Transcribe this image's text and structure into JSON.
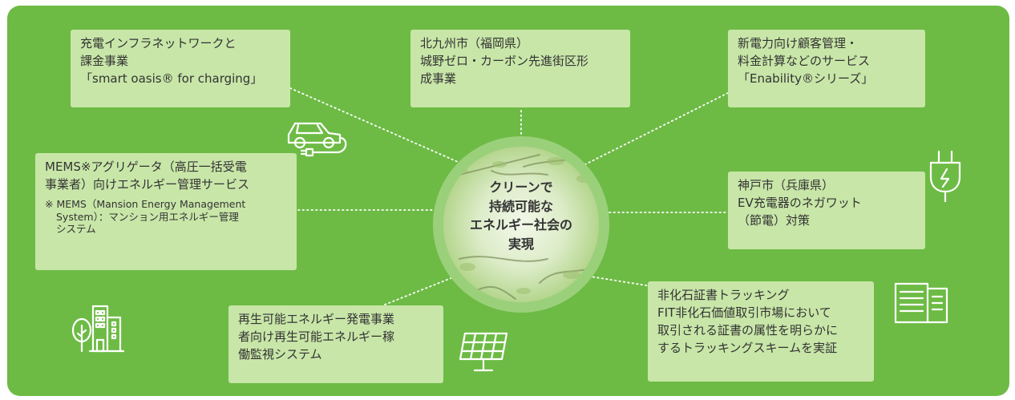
{
  "colors": {
    "panel": "#6dbb45",
    "box": "#c8e6a8",
    "text": "#333333",
    "icon_stroke": "#ffffff",
    "dotted_line": "#ffffff"
  },
  "center": {
    "lines": [
      "クリーンで",
      "持続可能な",
      "エネルギー社会の",
      "実現"
    ]
  },
  "boxes": {
    "charging": {
      "lines": [
        "充電インフラネットワークと",
        "課金事業",
        "「smart oasis® for charging」"
      ]
    },
    "kitakyushu": {
      "lines": [
        "北九州市（福岡県）",
        "城野ゼロ・カーボン先進街区形",
        "成事業"
      ]
    },
    "enability": {
      "lines": [
        "新電力向け顧客管理・",
        "料金計算などのサービス",
        "「Enability®シリーズ」"
      ]
    },
    "mems": {
      "lines": [
        "MEMS※アグリゲータ（高圧一括受電",
        "事業者）向けエネルギー管理サービス"
      ],
      "note": [
        "※ MEMS（Mansion Energy Management",
        "System）：マンション用エネルギー管理",
        "システム"
      ]
    },
    "kobe": {
      "lines": [
        "神戸市（兵庫県）",
        "EV充電器のネガワット",
        "（節電）対策"
      ]
    },
    "renewable": {
      "lines": [
        "再生可能エネルギー発電事業",
        "者向け再生可能エネルギー稼",
        "働監視システム"
      ]
    },
    "tracking": {
      "lines": [
        "非化石証書トラッキング",
        "FIT非化石価値取引市場において",
        "取引される証書の属性を明らかに",
        "するトラッキングスキームを実証"
      ]
    }
  },
  "icons": {
    "car": "ev-car-with-plug-icon",
    "plug": "power-plug-icon",
    "building": "building-with-tree-icon",
    "solar": "solar-panel-icon",
    "document": "documents-icon"
  }
}
